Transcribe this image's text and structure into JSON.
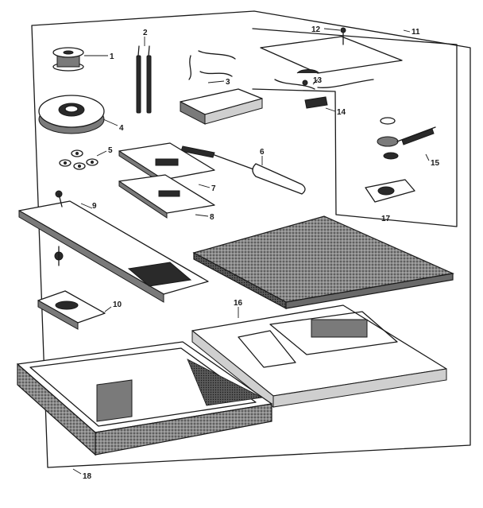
{
  "callouts": [
    {
      "id": "c1",
      "label": "1"
    },
    {
      "id": "c2",
      "label": "2"
    },
    {
      "id": "c3",
      "label": "3"
    },
    {
      "id": "c4",
      "label": "4"
    },
    {
      "id": "c5",
      "label": "5"
    },
    {
      "id": "c6",
      "label": "6"
    },
    {
      "id": "c7",
      "label": "7"
    },
    {
      "id": "c8",
      "label": "8"
    },
    {
      "id": "c9",
      "label": "9"
    },
    {
      "id": "c10",
      "label": "10"
    },
    {
      "id": "c11",
      "label": "11"
    },
    {
      "id": "c12",
      "label": "12"
    },
    {
      "id": "c13",
      "label": "13"
    },
    {
      "id": "c14",
      "label": "14"
    },
    {
      "id": "c15",
      "label": "15"
    },
    {
      "id": "c16",
      "label": "16"
    },
    {
      "id": "c17",
      "label": "17"
    },
    {
      "id": "c18",
      "label": "18"
    }
  ],
  "colors": {
    "ink": "#1a1a1a",
    "paper": "#ffffff",
    "shade": "#7a7a7a"
  }
}
